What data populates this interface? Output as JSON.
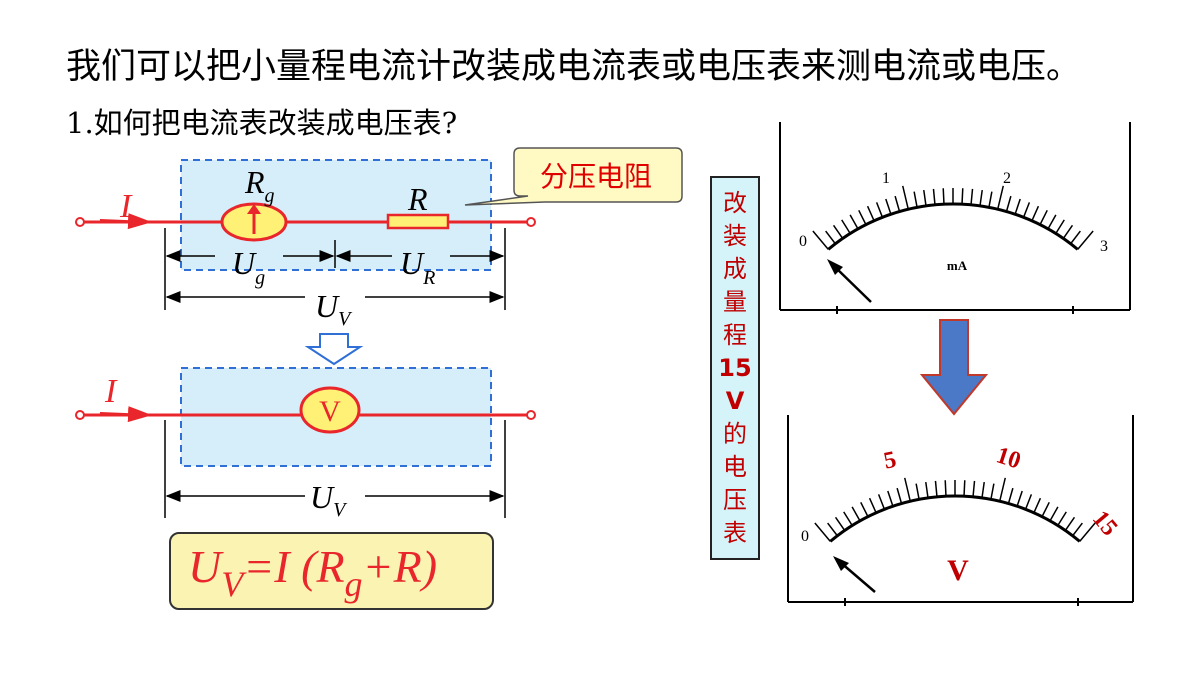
{
  "header": {
    "title": "我们可以把小量程电流计改装成电流表或电压表来测电流或电压。",
    "subtitle": "1.如何把电流表改装成电压表?"
  },
  "circuit_top": {
    "current_label": "I",
    "rg_label": "R",
    "rg_sub": "g",
    "r_label": "R",
    "ug_label": "U",
    "ug_sub": "g",
    "ur_label": "U",
    "ur_sub": "R",
    "uv_label": "U",
    "uv_sub": "V"
  },
  "callout": {
    "text": "分压电阻"
  },
  "circuit_bottom": {
    "current_label": "I",
    "meter_label": "V",
    "uv_label": "U",
    "uv_sub": "V"
  },
  "formula": {
    "u": "U",
    "u_sub": "V",
    "eq": "=",
    "i": "I",
    "open": " (",
    "r1": "R",
    "r1_sub": "g",
    "plus": "+",
    "r2": "R",
    "close": ")"
  },
  "vertical_label": {
    "chars": [
      "改",
      "装",
      "成",
      "量",
      "程",
      "15",
      "V",
      "的",
      "电",
      "压",
      "表"
    ]
  },
  "meter_ma": {
    "unit": "mA",
    "ticks": [
      "0",
      "1",
      "2",
      "3"
    ]
  },
  "meter_v": {
    "unit": "V",
    "ticks": [
      "0",
      "5",
      "10",
      "15"
    ]
  },
  "colors": {
    "wire": "#e8262b",
    "dashed_box_fill": "#d6eef9",
    "dashed_box_stroke": "#2f6fd6",
    "meter_fill": "#fff176",
    "arrow_fill": "#4b79c7",
    "arrow_stroke": "#c0392b"
  }
}
